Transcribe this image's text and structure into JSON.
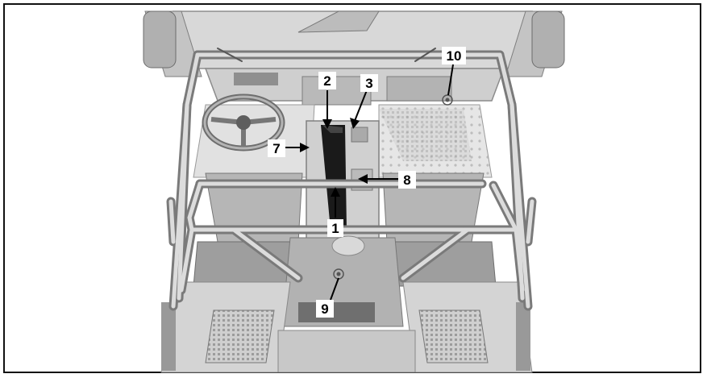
{
  "figure": {
    "description_labels": [
      "1",
      "2",
      "3",
      "7",
      "8",
      "9",
      "10"
    ],
    "colors": {
      "frame": "#111111",
      "tube": "#9a9a9a",
      "tube_light": "#d0d0d0",
      "body": "#c6c6c6",
      "body_dark": "#8a8a8a",
      "floor": "#e2e2e2",
      "highlight": "#1a1a1a"
    }
  },
  "callouts": [
    {
      "id": "c1",
      "label": "1"
    },
    {
      "id": "c2",
      "label": "2"
    },
    {
      "id": "c3",
      "label": "3"
    },
    {
      "id": "c7",
      "label": "7"
    },
    {
      "id": "c8",
      "label": "8"
    },
    {
      "id": "c9",
      "label": "9"
    },
    {
      "id": "c10",
      "label": "10"
    }
  ]
}
